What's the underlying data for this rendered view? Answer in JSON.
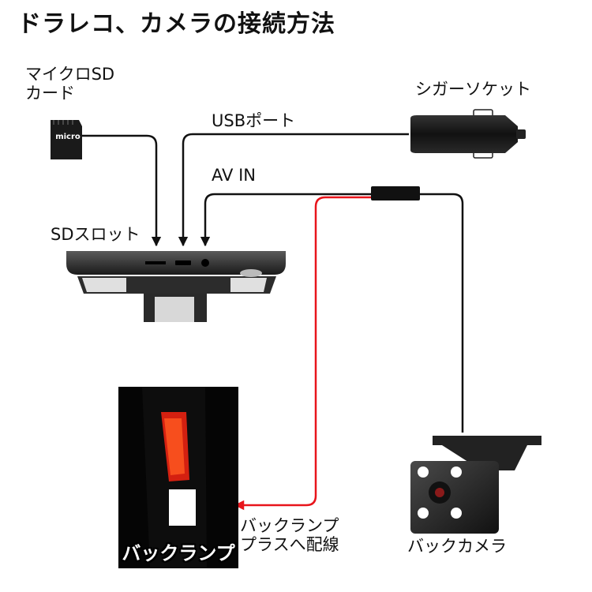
{
  "title": "ドラレコ、カメラの接続方法",
  "labels": {
    "micro_sd_line1": "マイクロSD",
    "micro_sd_line2": "カード",
    "usb_port": "USBポート",
    "av_in": "AV IN",
    "sd_slot": "SDスロット",
    "cigar_socket": "シガーソケット",
    "backlamp_wire_line1": "バックランプ",
    "backlamp_wire_line2": "プラスへ配線",
    "back_camera": "バックカメラ",
    "backlamp_photo": "バックランプ"
  },
  "sd_card_text": "micro",
  "colors": {
    "cable": "#111111",
    "power_wire": "#e8141b",
    "device": "#3a3a3a",
    "lamp_red": "#d42010",
    "lamp_white": "#ffffff"
  },
  "icons": [
    "micro-sd-card-icon",
    "dashcam-unit",
    "cigar-plug-icon",
    "back-camera-icon",
    "backlamp-photo"
  ]
}
